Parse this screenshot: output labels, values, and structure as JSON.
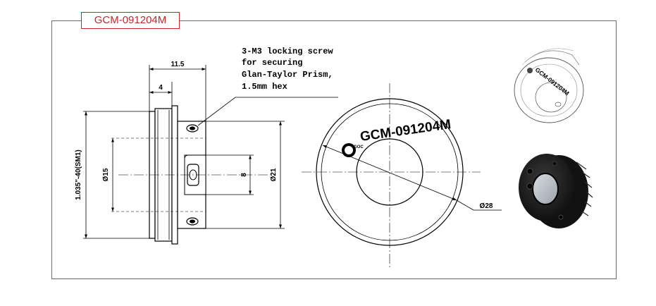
{
  "title": "GCM-091204M",
  "note": [
    "3-M3 locking screw",
    "for securing",
    "Glan-Taylor Prism,",
    "1.5mm hex"
  ],
  "dimensions": {
    "total_length": "11.5",
    "flange_length": "4",
    "thread": "1.035\"-40(SM1)",
    "inner_diameter": "Ø15",
    "slot_width": "8",
    "body_diameter": "Ø21",
    "outer_diameter": "Ø28"
  },
  "engraving": "GCM-091204M",
  "colors": {
    "title_text": "#c2272d",
    "title_border": "#c2272d",
    "frame": "#6a6a6a",
    "photo_body": "#1a1a1a"
  }
}
